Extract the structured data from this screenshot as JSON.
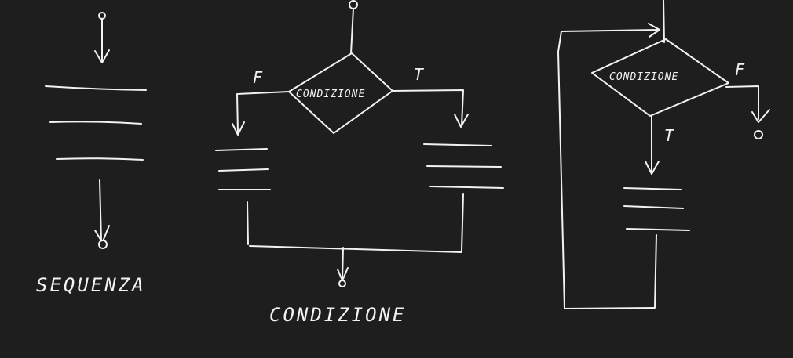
{
  "background": "#1e1e1e",
  "ink": "#f2f2f2",
  "sequence": {
    "caption": "SEQUENZA"
  },
  "selection": {
    "caption": "CONDIZIONE",
    "condition_text": "CONDIZIONE",
    "false_label": "F",
    "true_label": "T"
  },
  "loop": {
    "condition_text": "CONDIZIONE",
    "false_label": "F",
    "true_label": "T"
  }
}
